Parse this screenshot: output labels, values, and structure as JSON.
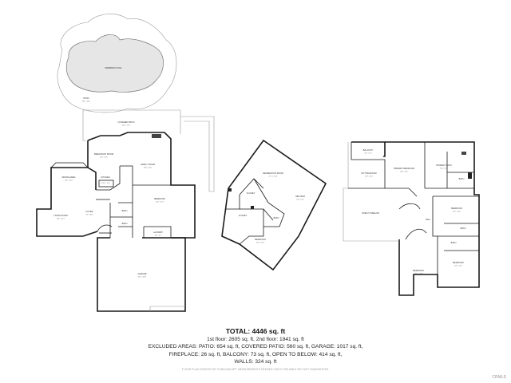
{
  "rooms": {
    "swimming_pool": "SWIMMING POOL",
    "patio": "PATIO",
    "covered_patio": "COVERED PATIO",
    "breakfast_room": "BREAKFAST ROOM",
    "family_room": "FAMILY ROOM",
    "dining_area": "DINING AREA",
    "kitchen": "KITCHEN",
    "living_room": "LIVING ROOM",
    "foyer": "FOYER",
    "bedroom": "BEDROOM",
    "bath": "BATH",
    "laundry": "LAUNDRY",
    "garage": "GARAGE",
    "recreation_room": "RECREATION ROOM",
    "wet_bar": "WET BAR",
    "closet": "CLOSET",
    "balcony": "BALCONY",
    "sitting_room": "SITTING ROOM",
    "primary_bedroom": "PRIMARY BEDROOM",
    "primary_bath": "PRIMARY BATH",
    "open_to_below": "OPEN TO BELOW",
    "hall": "HALL"
  },
  "summary": {
    "total": "TOTAL: 4446 sq. ft",
    "line1": "1st floor: 2605 sq. ft, 2nd floor: 1841 sq. ft",
    "line2": "EXCLUDED AREAS: PATIO: 654 sq. ft, COVERED PATIO: 560 sq. ft, GARAGE: 1017 sq. ft,",
    "line3": "FIREPLACE: 26 sq. ft, BALCONY: 73 sq. ft, OPEN TO BELOW: 414 sq. ft,",
    "line4": "WALLS: 324 sq. ft",
    "disclaimer": "FLOOR PLAN CREATED BY CUBICASA APP. MEASUREMENTS DEEMED HIGHLY RELIABLE BUT NOT GUARANTEED."
  },
  "watermark": "CRMLS"
}
